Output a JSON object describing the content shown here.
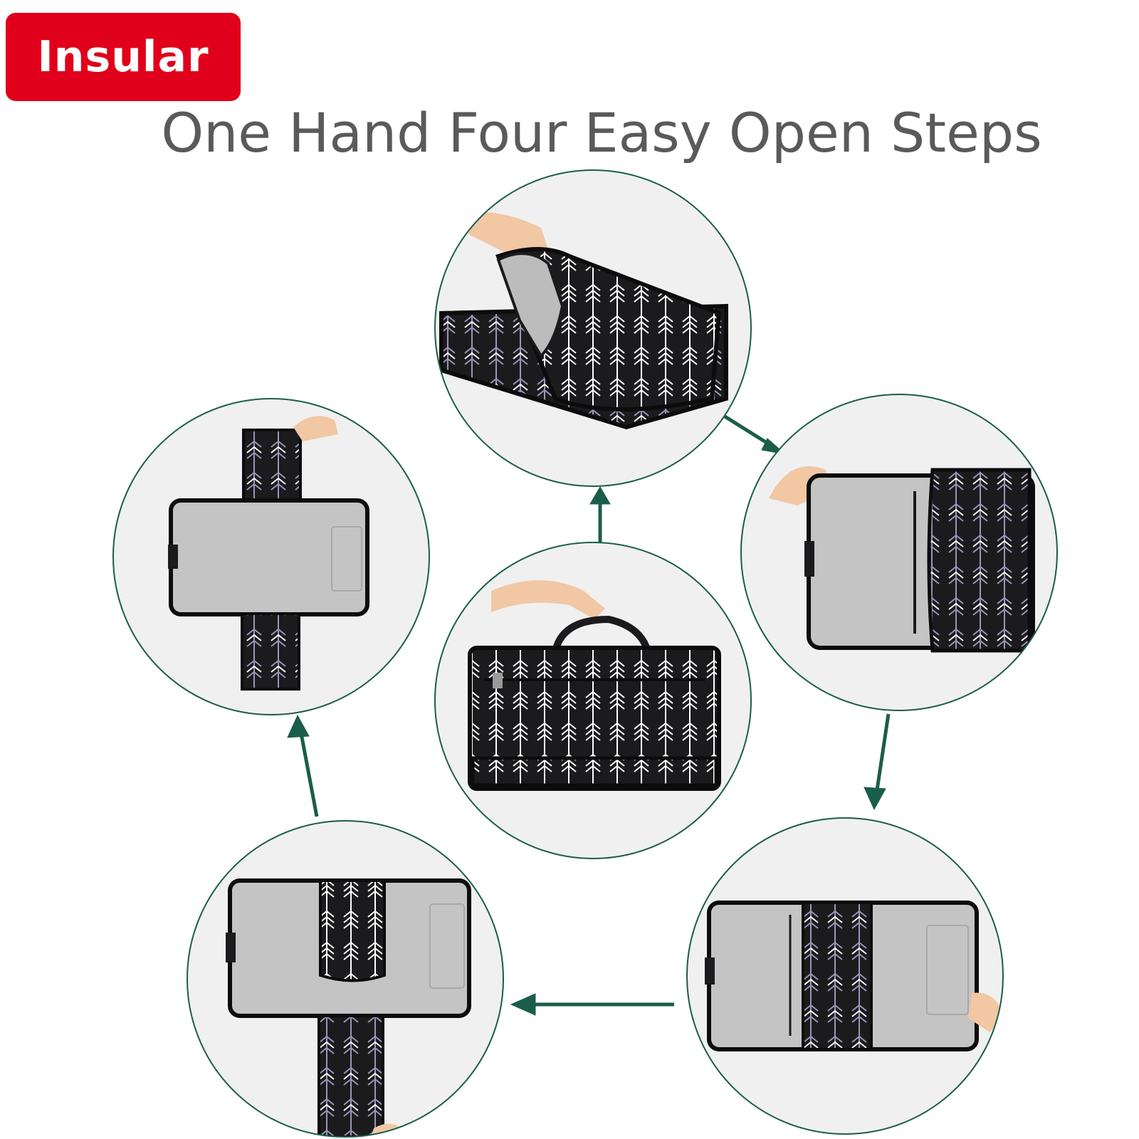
{
  "brand": {
    "logo_text": "Insular"
  },
  "title": "One Hand Four Easy Open Steps",
  "colors": {
    "brand_red": "#e0001b",
    "circle_stroke": "#1a5e4a",
    "arrow": "#1a5e4a",
    "circle_fill": "#f0f0f0",
    "pad_grey": "#c4c4c4",
    "pattern_black": "#1b1b1d",
    "title_grey": "#5a5a5a"
  },
  "steps": [
    {
      "id": "closed",
      "name": "step-center-closed-bag"
    },
    {
      "id": "step1",
      "name": "step-1-open-flap"
    },
    {
      "id": "step2",
      "name": "step-2-unfold-right"
    },
    {
      "id": "step3",
      "name": "step-3-unfold-left"
    },
    {
      "id": "step4",
      "name": "step-4-unfold-bottom"
    },
    {
      "id": "step5",
      "name": "step-5-fully-open"
    }
  ]
}
